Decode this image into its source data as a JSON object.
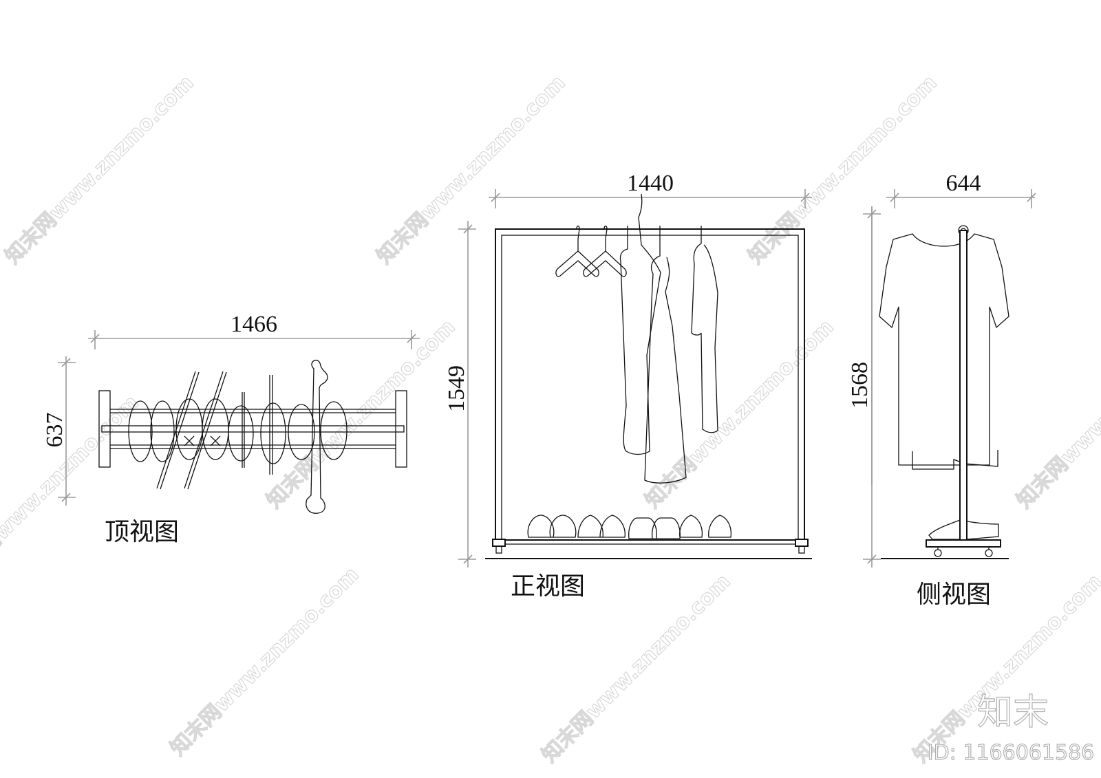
{
  "drawing": {
    "background": "#ffffff",
    "line_color": "#111111",
    "dimension_color": "#9a9a9a"
  },
  "views": {
    "top": {
      "label": "顶视图",
      "width_dim": "1466",
      "depth_dim": "637"
    },
    "front": {
      "label": "正视图",
      "width_dim": "1440",
      "height_dim": "1549"
    },
    "side": {
      "label": "侧视图",
      "width_dim": "644",
      "height_dim": "1568"
    }
  },
  "watermark": {
    "text": "知末网www.znzmo.com",
    "logo": "知末",
    "id_text": "ID: 1166061586"
  }
}
